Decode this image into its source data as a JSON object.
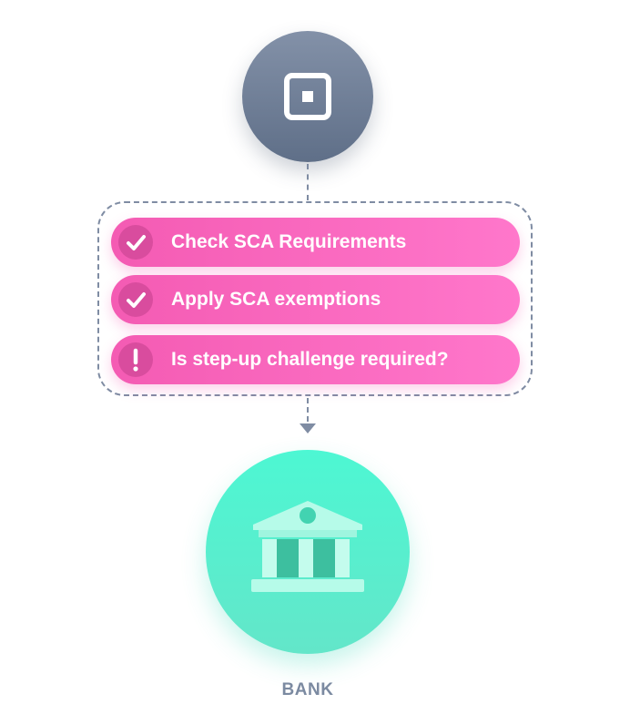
{
  "steps": [
    {
      "label": "Check SCA Requirements",
      "icon": "check-icon"
    },
    {
      "label": "Apply SCA exemptions",
      "icon": "check-icon"
    },
    {
      "label": "Is step-up challenge required?",
      "icon": "exclamation-icon"
    }
  ],
  "top_node": {
    "icon": "square-logo-icon"
  },
  "bank_node": {
    "icon": "bank-icon",
    "label": "BANK"
  },
  "colors": {
    "top_node": "#6e7d96",
    "step_pill": "#ff6fc4",
    "step_badge": "#d94c9e",
    "bank_node": "#55f0cf",
    "connector": "#7f8ca3",
    "bank_label": "#7b8aa1"
  }
}
